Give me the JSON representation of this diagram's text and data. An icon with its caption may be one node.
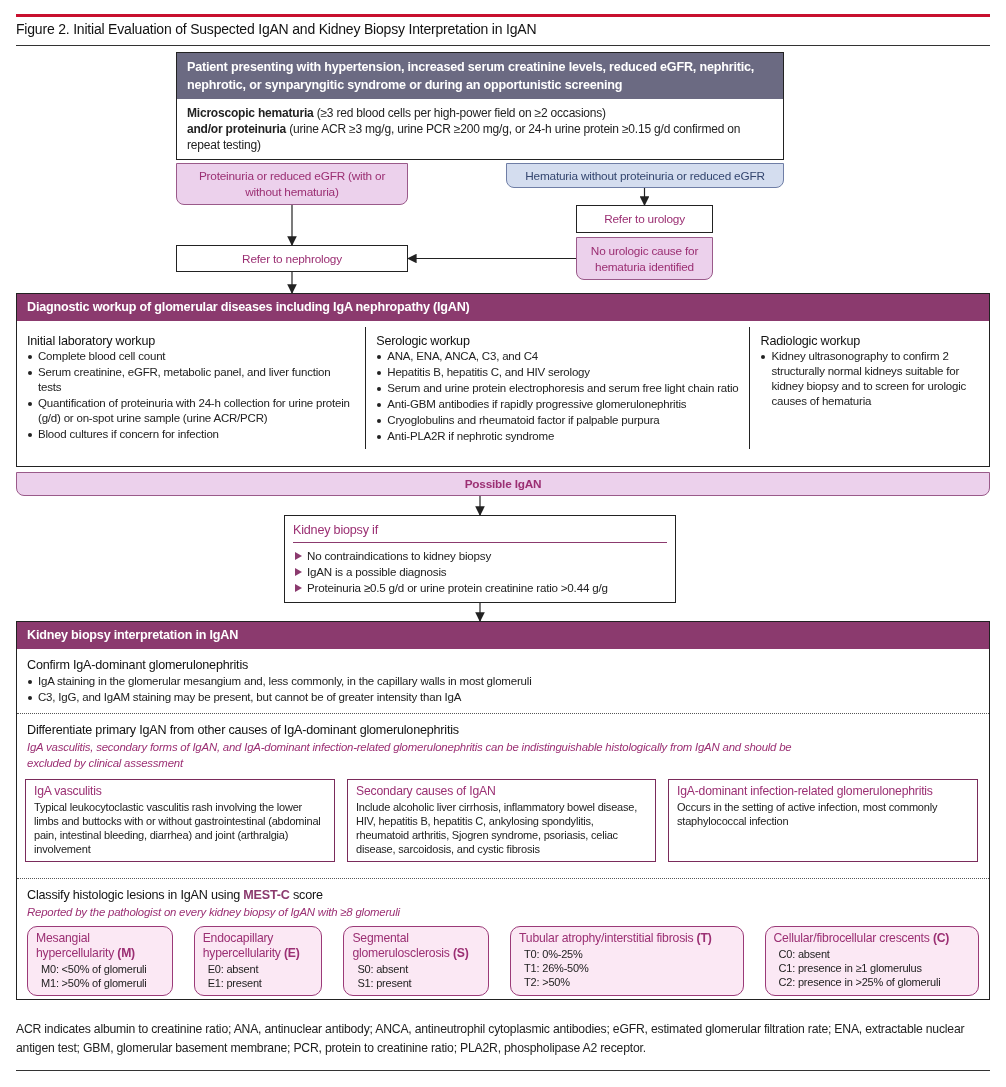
{
  "diagram": {
    "title": "Figure 2. Initial Evaluation of Suspected IgAN and Kidney Biopsy Interpretation in IgAN",
    "caption": "ACR indicates albumin to creatinine ratio; ANA, antinuclear antibody; ANCA, antineutrophil cytoplasmic antibodies; eGFR, estimated glomerular filtration rate; ENA, extractable nuclear antigen test; GBM, glomerular basement membrane; PCR, protein to creatinine ratio; PLA2R, phospholipase A2 receptor.",
    "nodes": [
      {
        "text": [
          "Patient presenting with hypertension, increased serum creatinine levels, reduced eGFR, nephritic, nephrotic, or synparyngitic syndrome or during an opportunistic screening",
          "**Microscopic hematuria** (≥3 red blood cells per high-power field on ≥2 occasions)",
          "**and/or proteinuria** (urine ACR ≥3 mg/g, urine PCR ≥200 mg/g, or 24-h urine protein ≥0.15 g/d confirmed on repeat testing)"
        ]
      },
      {
        "text": [
          "Proteinuria or reduced eGFR (with or without hematuria)"
        ]
      },
      {
        "text": [
          "Hematuria without proteinuria or reduced eGFR"
        ]
      },
      {
        "text": [
          "Refer to urology"
        ]
      },
      {
        "text": [
          "No urologic cause for hematuria identified"
        ]
      },
      {
        "text": [
          "Refer to nephrology"
        ]
      },
      {
        "text": [
          "Diagnostic workup of glomerular diseases including IgA nephropathy (IgAN)"
        ]
      },
      {
        "text": [
          "Initial laboratory workup",
          "Complete blood cell count",
          "Serum creatinine, eGFR, metabolic panel, and liver function tests",
          "Quantification of proteinuria with 24-h collection for urine protein (g/d) or on-spot urine sample (urine ACR/PCR)",
          "Blood cultures if concern for infection"
        ],
        "in": 6
      },
      {
        "text": [
          "Serologic workup",
          "ANA, ENA, ANCA, C3, and C4",
          "Hepatitis B, hepatitis C, and HIV serology",
          "Serum and urine protein electrophoresis and serum free light chain ratio",
          "Anti-GBM antibodies if rapidly progressive glomerulonephritis",
          "Cryoglobulins and rheumatoid factor if palpable purpura",
          "Anti-PLA2R if nephrotic syndrome"
        ],
        "in": 6
      },
      {
        "text": [
          "Radiologic workup",
          "Kidney ultrasonography to confirm 2 structurally normal kidneys suitable for kidney biopsy and to screen for urologic causes of hematuria"
        ],
        "in": 6
      },
      {
        "text": [
          "Possible IgAN"
        ]
      },
      {
        "text": [
          "Kidney biopsy if",
          "No contraindications to kidney biopsy",
          "IgAN is a possible diagnosis",
          "Proteinuria ≥0.5 g/d or urine protein creatinine ratio >0.44 g/g"
        ]
      },
      {
        "text": [
          "Kidney biopsy interpretation in IgAN",
          "Confirm IgA-dominant glomerulonephritis",
          "IgA staining in the glomerular mesangium and, less commonly, in the capillary walls in most glomeruli",
          "C3, IgG, and IgAM staining may be present, but cannot be of greater intensity than IgA",
          "Differentiate primary IgAN from other causes of IgA-dominant glomerulonephritis",
          "IgA vasculitis, secondary forms of IgAN, and IgA-dominant infection-related glomerulonephritis can be indistinguishable histologically from IgAN and should be excluded by clinical assessment",
          "Classify histologic lesions in IgAN using **MEST-C** score",
          "Reported by the pathologist on every kidney biopsy of IgAN with ≥8 glomeruli"
        ]
      },
      {
        "text": [
          "IgA vasculitis",
          "Typical leukocytoclastic vasculitis rash involving the lower limbs and buttocks with or without gastrointestinal (abdominal pain, intestinal bleeding, diarrhea) and joint (arthralgia) involvement"
        ],
        "in": 12
      },
      {
        "text": [
          "Secondary causes of IgAN",
          "Include alcoholic liver cirrhosis, inflammatory bowel disease, HIV, hepatitis B, hepatitis C, ankylosing spondylitis, rheumatoid arthritis, Sjogren syndrome, psoriasis, celiac disease, sarcoidosis, and cystic fibrosis"
        ],
        "in": 12
      },
      {
        "text": [
          "IgA-dominant infection-related glomerulonephritis",
          "Occurs in the setting of active infection, most commonly staphylococcal infection"
        ],
        "in": 12
      },
      {
        "text": [
          "Mesangial hypercellularity **(M)**",
          "M0: <50% of glomeruli",
          "M1: >50% of glomeruli"
        ],
        "in": 12
      },
      {
        "text": [
          "Endocapillary hypercellularity **(E)**",
          "E0: absent",
          "E1: present"
        ],
        "in": 12
      },
      {
        "text": [
          "Segmental glomerulosclerosis **(S)**",
          "S0: absent",
          "S1: present"
        ],
        "in": 12
      },
      {
        "text": [
          "Tubular atrophy/interstitial fibrosis **(T)**",
          "T0: 0%-25%",
          "T1: 26%-50%",
          "T2: >50%"
        ],
        "in": 12
      },
      {
        "text": [
          "Cellular/fibrocellular crescents **(C)**",
          "C0: absent",
          "C1: presence in ≥1 glomerulus",
          "C2: presence in >25% of glomeruli"
        ],
        "in": 12
      }
    ],
    "edges": [
      {
        "from": 1,
        "to": 5,
        "arrow": "to"
      },
      {
        "from": 2,
        "to": 3,
        "arrow": "to"
      },
      {
        "from": 4,
        "to": 5,
        "arrow": "to"
      },
      {
        "from": 5,
        "to": 6,
        "arrow": "to"
      },
      {
        "from": 10,
        "to": 11,
        "arrow": "to"
      },
      {
        "from": 11,
        "to": 12,
        "arrow": "to"
      }
    ]
  }
}
